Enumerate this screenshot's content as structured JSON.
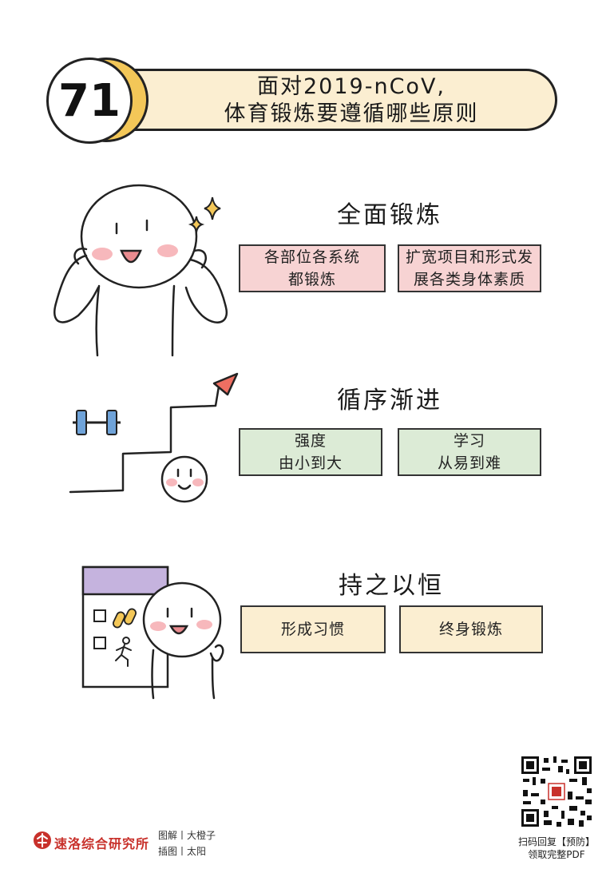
{
  "header": {
    "number": "71",
    "title_line1": "面对2019-nCoV,",
    "title_line2": "体育锻炼要遵循哪些原则"
  },
  "sections": [
    {
      "title": "全面锻炼",
      "boxes": [
        {
          "line1": "各部位各系统",
          "line2": "都锻炼"
        },
        {
          "line1": "扩宽项目和形式发",
          "line2": "展各类身体素质"
        }
      ]
    },
    {
      "title": "循序渐进",
      "boxes": [
        {
          "line1": "强度",
          "line2": "由小到大"
        },
        {
          "line1": "学习",
          "line2": "从易到难"
        }
      ]
    },
    {
      "title": "持之以恒",
      "boxes": [
        {
          "line1": "形成习惯"
        },
        {
          "line1": "终身锻炼"
        }
      ]
    }
  ],
  "footer": {
    "org": "速洛综合研究所",
    "credit1": "图解丨大橙子",
    "credit2": "插图丨太阳",
    "qr_line1": "扫码回复【预防】",
    "qr_line2": "领取完整PDF"
  },
  "colors": {
    "pink": "#f7d3d3",
    "green": "#dcebd6",
    "yellow": "#fbeed1",
    "badge_accent": "#f3c758",
    "org_red": "#c8312b"
  }
}
